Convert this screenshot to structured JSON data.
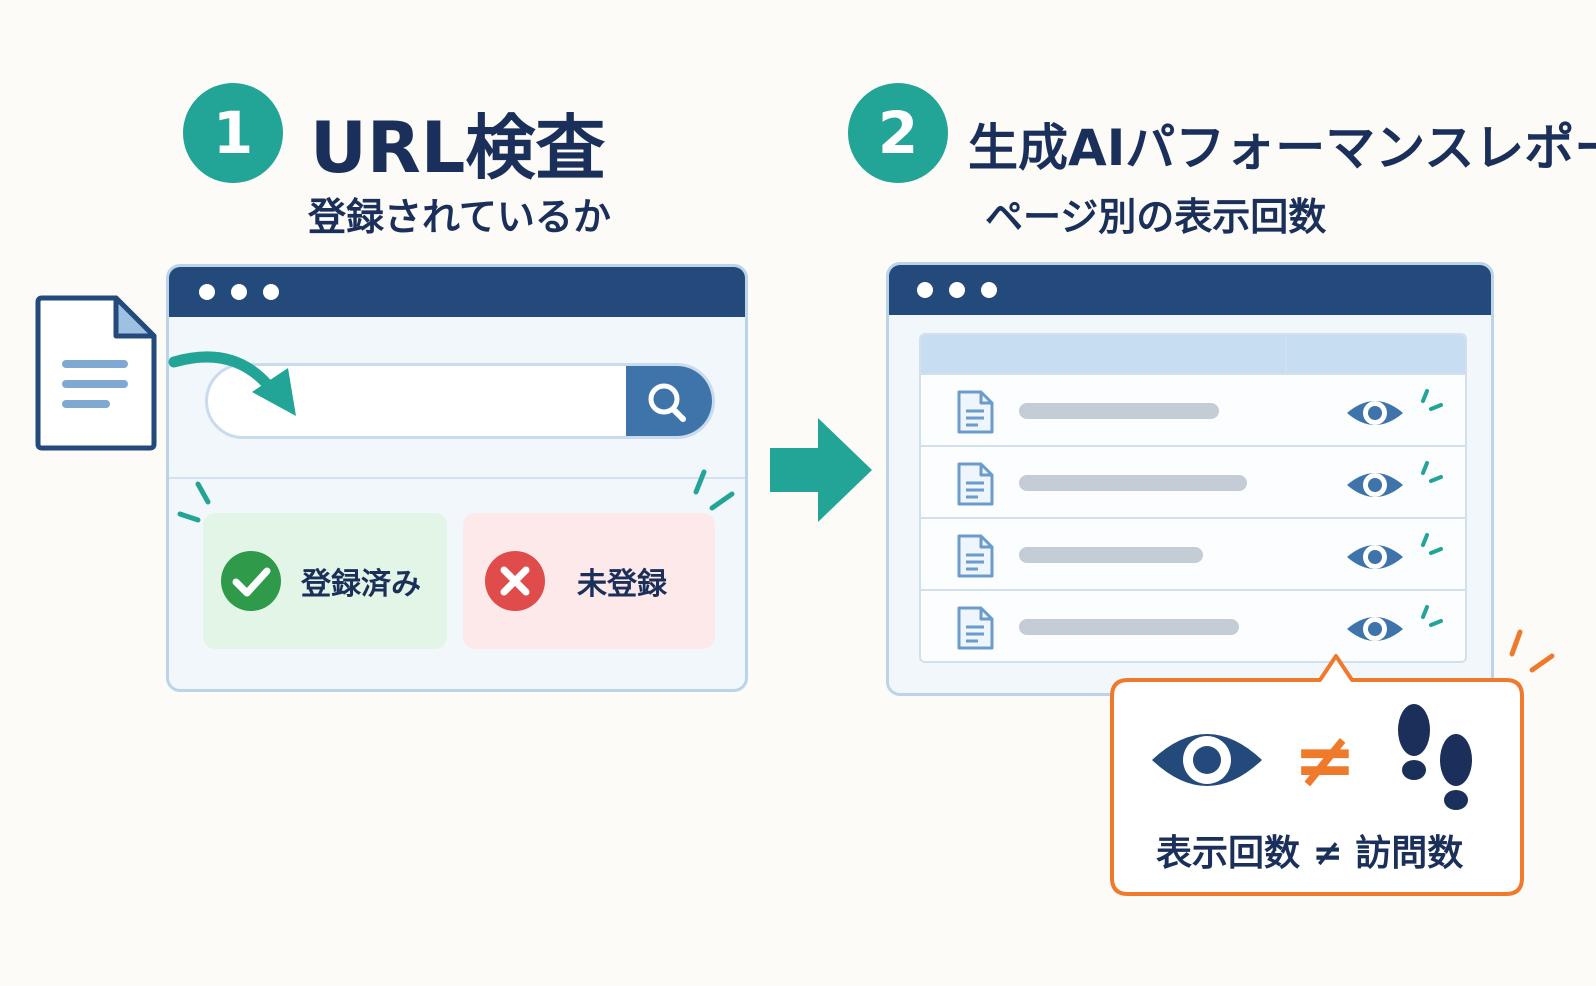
{
  "colors": {
    "teal": "#22a596",
    "navy": "#1b2f5b",
    "window_bar": "#234a7a",
    "orange": "#f07a2c",
    "success": "#2e9a4a",
    "error": "#e04b4b"
  },
  "step1": {
    "number": "1",
    "title": "URL検査",
    "subtitle": "登録されているか",
    "status_registered": "登録済み",
    "status_unregistered": "未登録"
  },
  "step2": {
    "number": "2",
    "title": "生成AIパフォーマンスレポート",
    "subtitle": "ページ別の表示回数",
    "rows": 4
  },
  "note": {
    "symbol": "≠",
    "text": "表示回数 ≠ 訪問数"
  },
  "icons": [
    "document-icon",
    "curved-arrow-icon",
    "search-icon",
    "check-icon",
    "cross-icon",
    "right-arrow-icon",
    "eye-icon",
    "footprints-icon"
  ]
}
